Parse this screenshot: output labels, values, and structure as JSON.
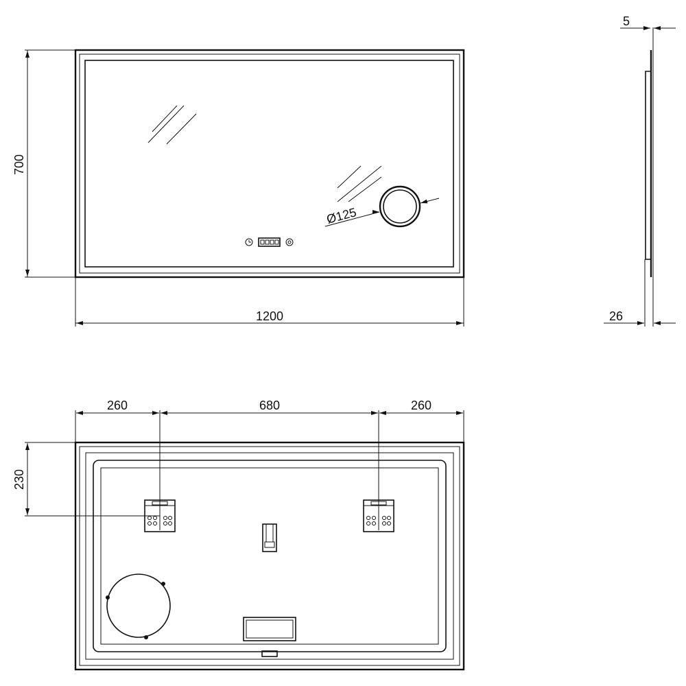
{
  "dimensions": {
    "width": "1200",
    "height": "700",
    "thickness_top": "5",
    "thickness_bottom": "26",
    "magnifier_diameter": "Ø125",
    "left_offset": "260",
    "center_span": "680",
    "right_offset": "260",
    "mount_height": "230"
  },
  "icons": {
    "clock": "clock-icon",
    "display": "digital-display",
    "touch": "touch-sensor-icon"
  }
}
